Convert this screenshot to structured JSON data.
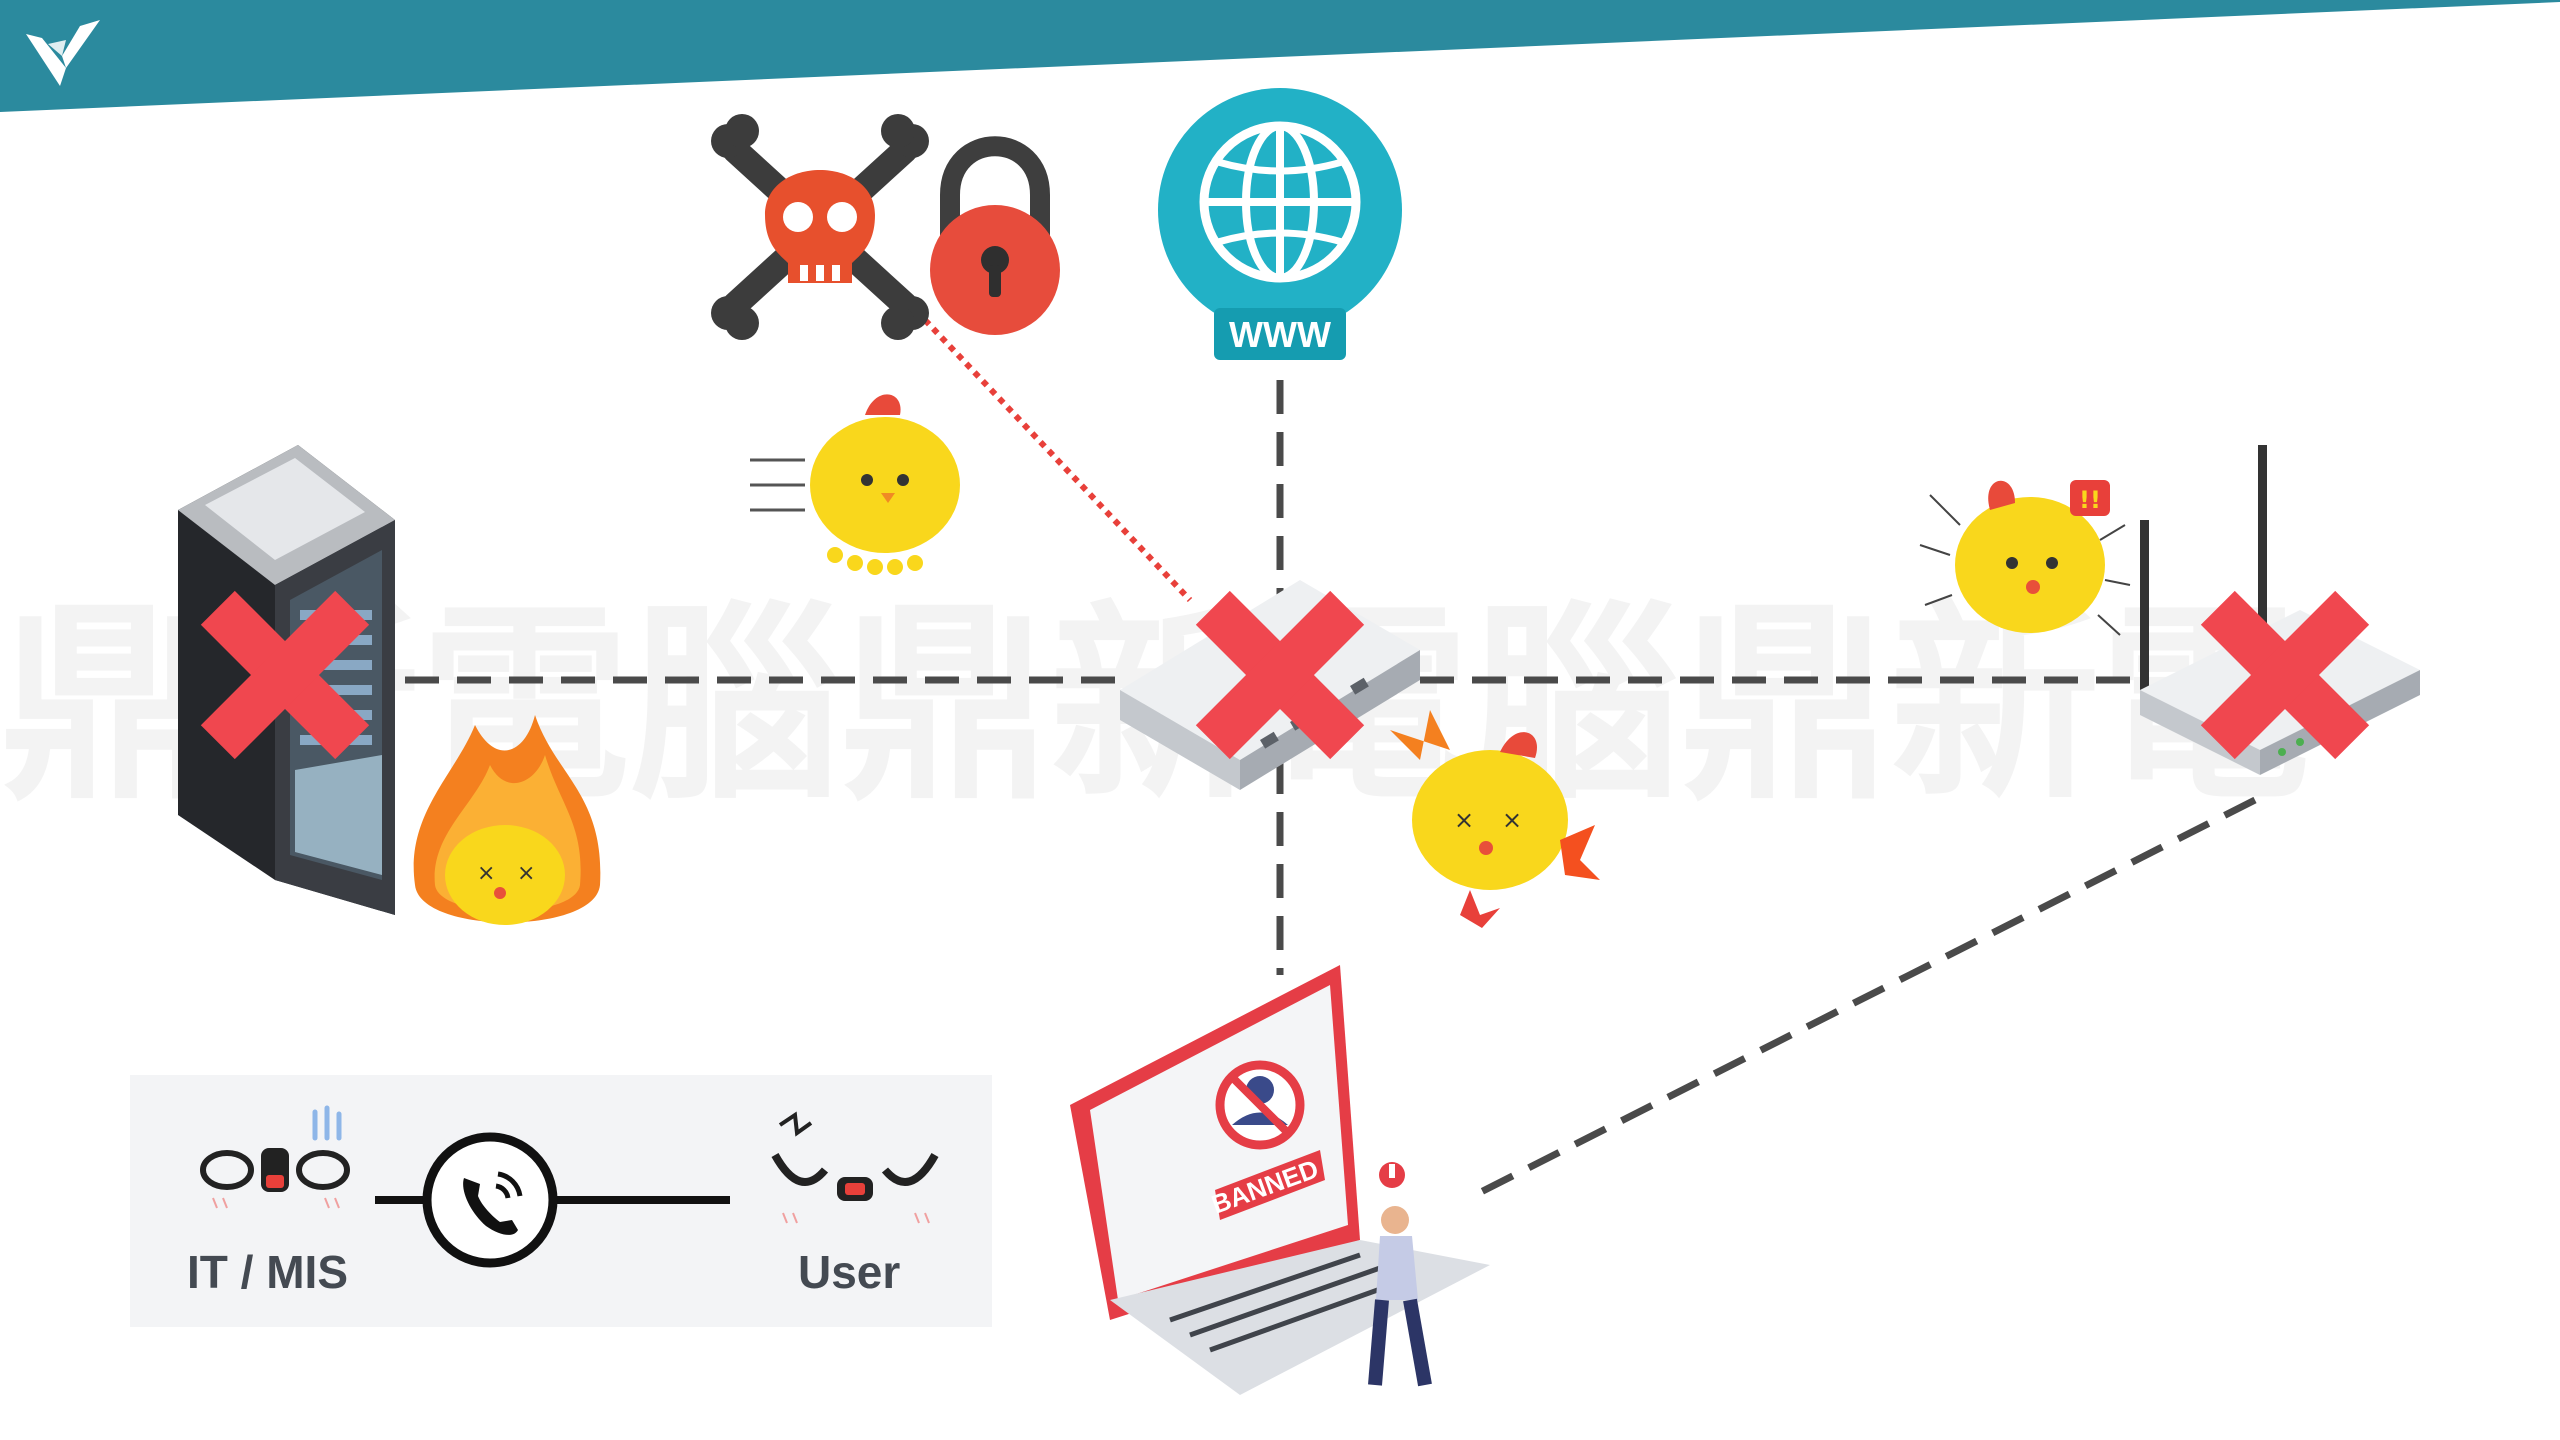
{
  "colors": {
    "header": "#2b8a9e",
    "x_mark": "#f0474f",
    "dashed_link": "#4a4a4a",
    "attack_link": "#e8403a",
    "globe": "#22b1c6",
    "skull": "#e7502d",
    "lock": "#e74c3c"
  },
  "icons": {
    "logo": "brand-logo-icon",
    "attack": "skull-crossbones-icon",
    "lock": "padlock-icon",
    "internet": "globe-www-icon",
    "server": "server-rack-icon",
    "switch": "network-switch-icon",
    "router": "wifi-router-icon",
    "laptop": "banned-laptop-icon",
    "phone": "phone-call-icon"
  },
  "labels": {
    "www": "WWW",
    "banned": "BANNED",
    "it_mis": "IT / MIS",
    "user": "User"
  },
  "status": {
    "server": "down",
    "switch": "down",
    "router": "down"
  }
}
